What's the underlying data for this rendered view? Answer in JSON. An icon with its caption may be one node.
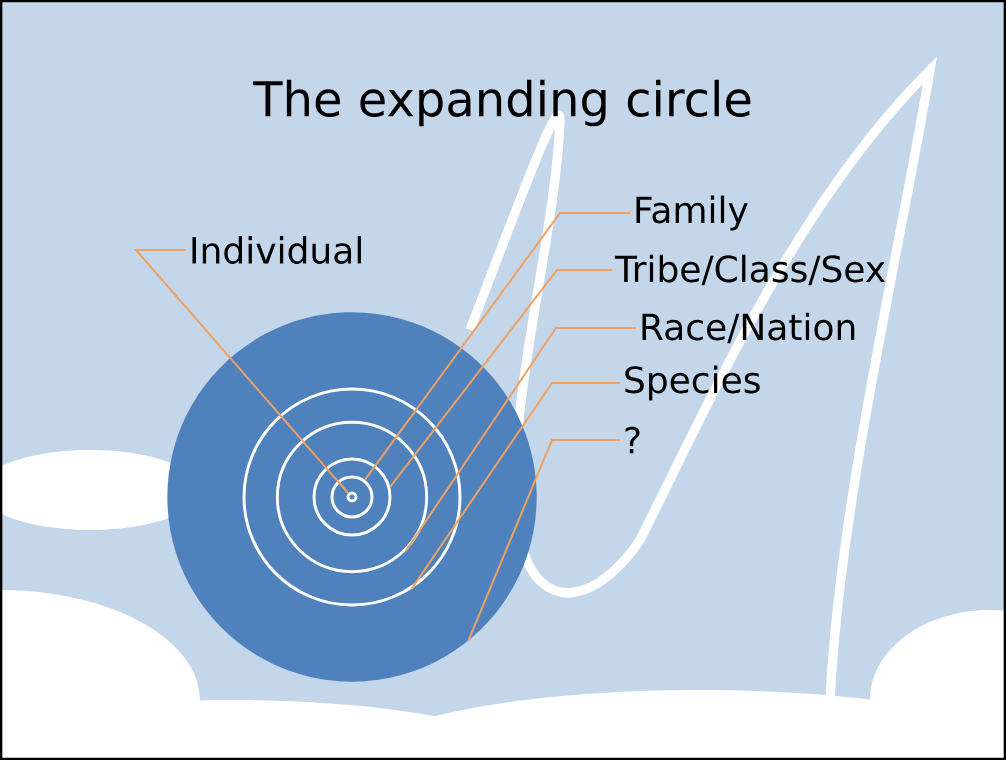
{
  "diagram": {
    "title": "The expanding circle",
    "nodes": [
      {
        "text": [
          "Individual"
        ]
      },
      {
        "text": [
          "Family"
        ]
      },
      {
        "text": [
          "Tribe/Class/Sex"
        ]
      },
      {
        "text": [
          "Race/Nation"
        ]
      },
      {
        "text": [
          "Species"
        ]
      },
      {
        "text": [
          "?"
        ]
      },
      {
        "text": [],
        "shape": "circle"
      },
      {
        "text": [],
        "shape": "circle",
        "in": 6
      },
      {
        "text": [],
        "shape": "circle",
        "in": 7
      },
      {
        "text": [],
        "shape": "circle",
        "in": 8
      },
      {
        "text": [],
        "shape": "circle",
        "in": 9
      },
      {
        "text": [],
        "shape": "circle",
        "in": 10
      }
    ],
    "edges": [
      {
        "from": 0,
        "to": 11,
        "arrow": "none"
      },
      {
        "from": 1,
        "to": 10,
        "arrow": "none"
      },
      {
        "from": 2,
        "to": 9,
        "arrow": "none"
      },
      {
        "from": 3,
        "to": 8,
        "arrow": "none"
      },
      {
        "from": 4,
        "to": 7,
        "arrow": "none"
      },
      {
        "from": 5,
        "to": 6,
        "arrow": "none"
      }
    ]
  }
}
